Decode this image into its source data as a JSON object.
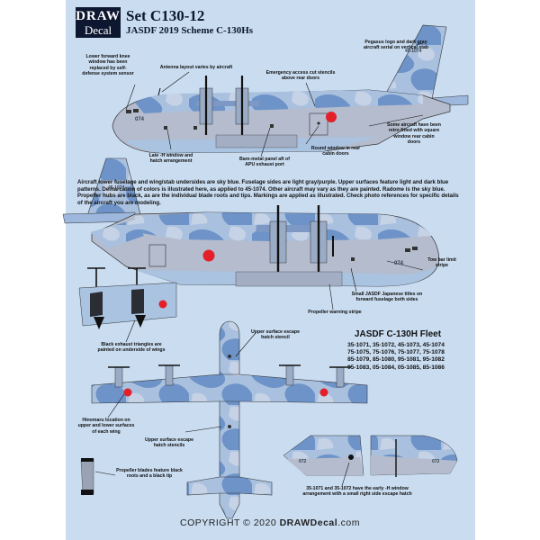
{
  "logo": {
    "line1": "DRAW",
    "line2": "Decal"
  },
  "header": {
    "title": "Set C130-12",
    "subtitle": "JASDF 2019 Scheme C-130Hs"
  },
  "notes": {
    "pegasus": "Pegasus logo and dark gray aircraft serial on vertical stab",
    "lower_window": "Lower forward knee window has been replaced by self-defense system sensor",
    "antenna": "Antenna layout varies by aircraft",
    "emergency": "Emergency access cut stencils above rear doors",
    "retrofit": "Some aircraft have been retro-fitted with square window rear cabin doors",
    "late_h": "Late -H window and hatch arrangement",
    "bare_metal": "Bare-metal panel aft of APU exhaust port",
    "round_window": "Round window in rear cabin doors",
    "tow_bar": "Tow bar limit stripe",
    "jasdf_titles": "Small JASDF Japanese titles on forward fuselage both sides",
    "prop_warning": "Propeller warning stripe",
    "exhaust": "Black exhaust triangles are painted on underside of wings",
    "upper_hatch": "Upper surface escape hatch stencil",
    "upper_hatches": "Upper surface escape hatch stencils",
    "hinomaru": "Hinomaru location on upper and lower surfaces of each wing",
    "prop_blades": "Propeller blades feature black roots and a black tip",
    "early_h": "35-1071 and 35-1072 have the early -H window arrangement with a small right side escape hatch"
  },
  "paragraph": "Aircraft lower fuselage and wing/stab undersides are sky blue. Fuselage sides are light gray/purple. Upper surfaces feature light and dark blue patterns. Demarcation of colors is illustrated here, as applied to 45-1074. Other aircraft may vary as they are painted. Radome is the sky blue. Propeller hubs are black, as are the individual blade roots and tips. Markings are applied as illustrated. Check photo references for specific details of the aircraft you are modeling.",
  "fleet": {
    "title": "JASDF C-130H Fleet",
    "rows": [
      "35-1071, 35-1072, 45-1073, 45-1074",
      "75-1075, 75-1076, 75-1077, 75-1078",
      "85-1079, 85-1080, 95-1081, 95-1082",
      "95-1083, 05-1084, 05-1085, 85-1086"
    ]
  },
  "aircraft": {
    "tail_serial": "45-1074",
    "nose_number": "074",
    "small_left_number": "072",
    "small_right_number": "072"
  },
  "copyright": {
    "prefix": "COPYRIGHT © 2020 ",
    "brand": "DRAWDecal",
    "suffix": ".com"
  },
  "colors": {
    "sheet_bg": "#c9dcf0",
    "sky_blue": "#a9c3e0",
    "light_gray_purple": "#b8bccc",
    "light_blue": "#97b6db",
    "dark_blue": "#5f86c0",
    "hinomaru_red": "#e3202a",
    "logo_navy": "#0d1730"
  }
}
